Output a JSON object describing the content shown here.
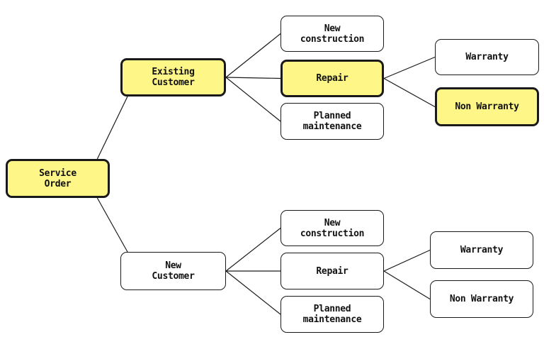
{
  "colors": {
    "highlight": "#fef686",
    "default": "#ffffff",
    "stroke": "#1a1a1a"
  },
  "nodes": {
    "service_order": {
      "label": "Service\nOrder",
      "highlighted": true
    },
    "existing_customer": {
      "label": "Existing\nCustomer",
      "highlighted": true
    },
    "new_customer": {
      "label": "New\nCustomer",
      "highlighted": false
    },
    "existing_new_construction": {
      "label": "New\nconstruction",
      "highlighted": false
    },
    "existing_repair": {
      "label": "Repair",
      "highlighted": true
    },
    "existing_planned_maintenance": {
      "label": "Planned\nmaintenance",
      "highlighted": false
    },
    "existing_warranty": {
      "label": "Warranty",
      "highlighted": false
    },
    "existing_non_warranty": {
      "label": "Non Warranty",
      "highlighted": true
    },
    "new_new_construction": {
      "label": "New\nconstruction",
      "highlighted": false
    },
    "new_repair": {
      "label": "Repair",
      "highlighted": false
    },
    "new_planned_maintenance": {
      "label": "Planned\nmaintenance",
      "highlighted": false
    },
    "new_warranty": {
      "label": "Warranty",
      "highlighted": false
    },
    "new_non_warranty": {
      "label": "Non Warranty",
      "highlighted": false
    }
  },
  "edges": [
    [
      "service_order",
      "existing_customer"
    ],
    [
      "service_order",
      "new_customer"
    ],
    [
      "existing_customer",
      "existing_new_construction"
    ],
    [
      "existing_customer",
      "existing_repair"
    ],
    [
      "existing_customer",
      "existing_planned_maintenance"
    ],
    [
      "existing_repair",
      "existing_warranty"
    ],
    [
      "existing_repair",
      "existing_non_warranty"
    ],
    [
      "new_customer",
      "new_new_construction"
    ],
    [
      "new_customer",
      "new_repair"
    ],
    [
      "new_customer",
      "new_planned_maintenance"
    ],
    [
      "new_repair",
      "new_warranty"
    ],
    [
      "new_repair",
      "new_non_warranty"
    ]
  ]
}
